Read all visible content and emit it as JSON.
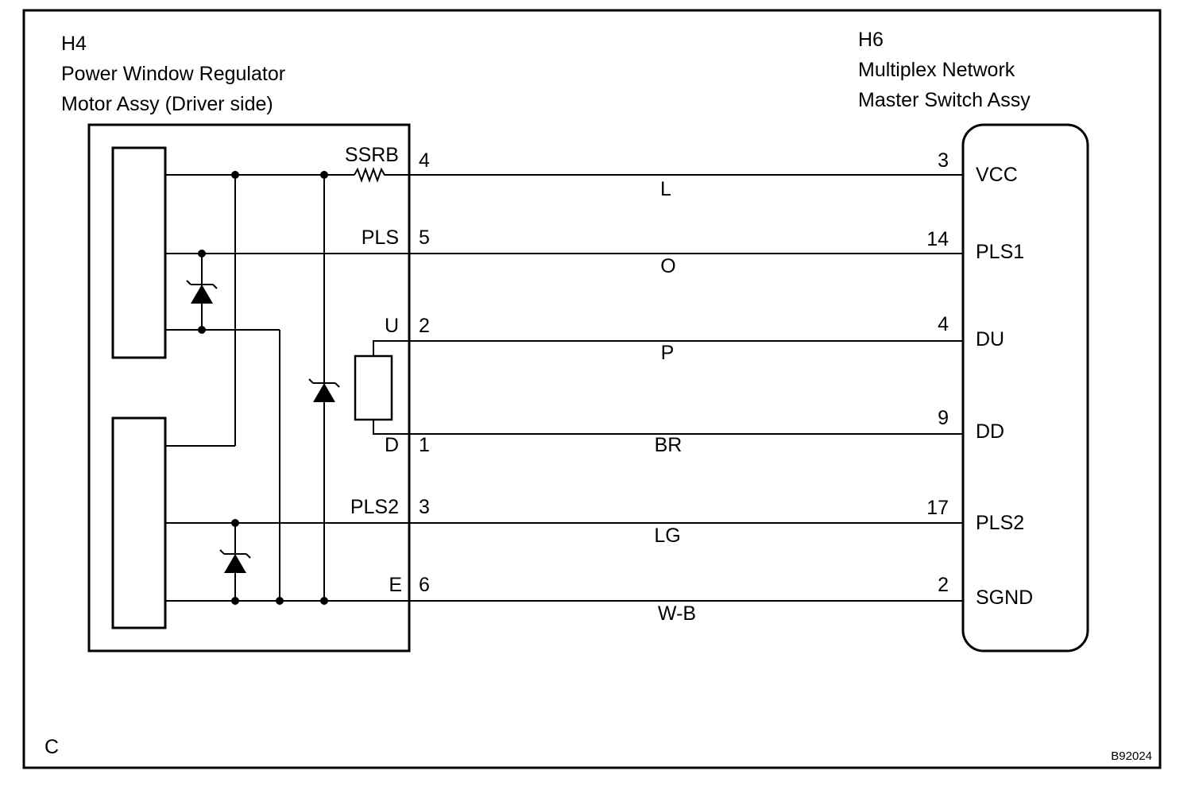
{
  "connector_left": {
    "id": "H4",
    "name_line1": "Power Window Regulator",
    "name_line2": "Motor Assy (Driver side)"
  },
  "connector_right": {
    "id": "H6",
    "name_line1": "Multiplex Network",
    "name_line2": "Master Switch Assy"
  },
  "wires": [
    {
      "left_terminal": "SSRB",
      "left_pin": "4",
      "color": "L",
      "right_pin": "3",
      "right_terminal": "VCC"
    },
    {
      "left_terminal": "PLS",
      "left_pin": "5",
      "color": "O",
      "right_pin": "14",
      "right_terminal": "PLS1"
    },
    {
      "left_terminal": "U",
      "left_pin": "2",
      "color": "P",
      "right_pin": "4",
      "right_terminal": "DU"
    },
    {
      "left_terminal": "D",
      "left_pin": "1",
      "color": "BR",
      "right_pin": "9",
      "right_terminal": "DD"
    },
    {
      "left_terminal": "PLS2",
      "left_pin": "3",
      "color": "LG",
      "right_pin": "17",
      "right_terminal": "PLS2"
    },
    {
      "left_terminal": "E",
      "left_pin": "6",
      "color": "W-B",
      "right_pin": "2",
      "right_terminal": "SGND"
    }
  ],
  "corner_letter": "C",
  "figure_code": "B92024"
}
